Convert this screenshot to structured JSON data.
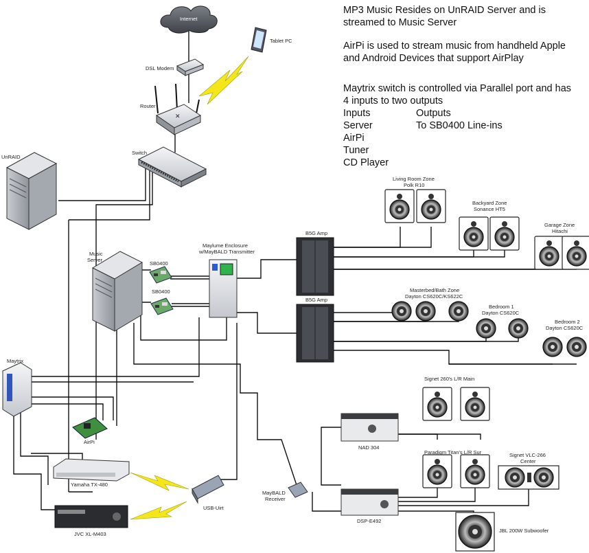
{
  "notes": {
    "line1": "MP3 Music Resides on UnRAID Server and is",
    "line2": "streamed to Music Server",
    "line3": "AirPi is used to stream music from handheld Apple",
    "line4": "and Android Devices that support AirPlay",
    "line5": "Maytrix switch is controlled via Parallel port and has",
    "line6": "4 inputs to two outputs",
    "inputs_header": "Inputs",
    "outputs_header": "Outputs",
    "inputs": [
      "Server",
      "AirPi",
      "Tuner",
      "CD Player"
    ],
    "output_1": "To SB0400 Line-ins"
  },
  "labels": {
    "internet": "Internet",
    "tablet": "Tablet PC",
    "dsl_modem": "DSL Modem",
    "router": "Router",
    "switch": "Switch",
    "unraid": "UnRAID",
    "music_server_1": "Music",
    "music_server_2": "Server",
    "sb0400_a": "SB0400",
    "sb0400_b": "SB0400",
    "enclosure_1": "Maylume Enclosure",
    "enclosure_2": "w/MayBALD Transmitter",
    "amp_1": "B5G Amp",
    "amp_2": "B5G Amp",
    "maytrix": "Maytrix",
    "airpi": "AirPi",
    "yamaha": "Yamaha TX-480",
    "jvc": "JVC XL-M403",
    "usb_uirt": "USB-Uirt",
    "maybald_1": "MayBALD",
    "maybald_2": "Receiver",
    "nad": "NAD 304",
    "dsp": "DSP-E492",
    "zone_living_1": "Living Room Zone",
    "zone_living_2": "Polk R10",
    "zone_backyard_1": "Backyard Zone",
    "zone_backyard_2": "Sonance HT5",
    "zone_garage_1": "Garage Zone",
    "zone_garage_2": "Hitachi",
    "zone_master_1": "Masterbed/Bath Zone",
    "zone_master_2": "Dayton CS620C/KS622C",
    "zone_bed1_1": "Bedroom 1",
    "zone_bed1_2": "Dayton CS620C",
    "zone_bed2_1": "Bedroom 2",
    "zone_bed2_2": "Dayton CS620C",
    "signet_main": "Signet 260's L/R Main",
    "paradigm": "Paradigm Titan's L/R Sur",
    "signet_center_1": "Signet VLC-266",
    "signet_center_2": "Center",
    "sub": "JBL 200W Subwoofer"
  }
}
